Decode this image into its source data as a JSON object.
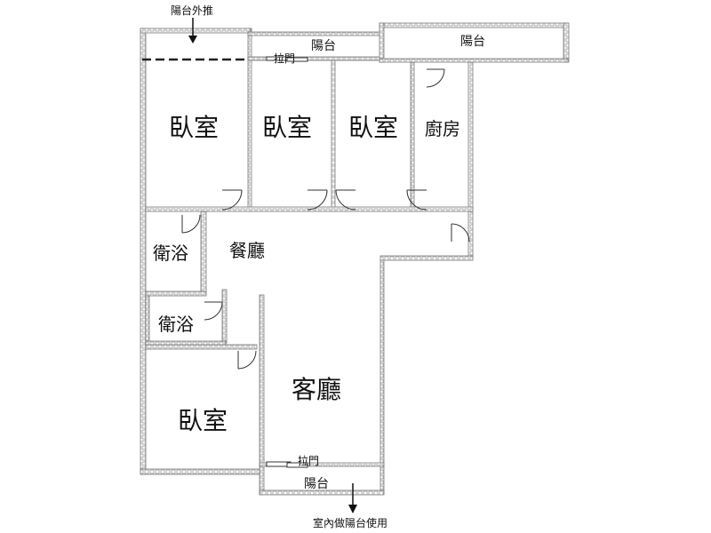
{
  "colors": {
    "wall_fill": "#f2f2f2",
    "wall_stroke": "#7a7a7a",
    "line": "#333333",
    "background": "#ffffff"
  },
  "annotations": {
    "balcony_enclosed": "陽台外推",
    "indoor_balcony_use": "室內做陽台使用"
  },
  "rooms": {
    "bedroom_1": "臥室",
    "bedroom_2": "臥室",
    "bedroom_3": "臥室",
    "bedroom_4": "臥室",
    "kitchen": "廚房",
    "bathroom_1": "衛浴",
    "bathroom_2": "衛浴",
    "dining_room": "餐廳",
    "living_room": "客廳",
    "balcony_top_mid": "陽台",
    "balcony_top_right": "陽台",
    "balcony_bottom": "陽台",
    "sliding_door_top": "拉門",
    "sliding_door_bottom": "拉門"
  },
  "icons": [
    "down-arrow-icon",
    "swing-door-icon",
    "sliding-door-icon"
  ]
}
